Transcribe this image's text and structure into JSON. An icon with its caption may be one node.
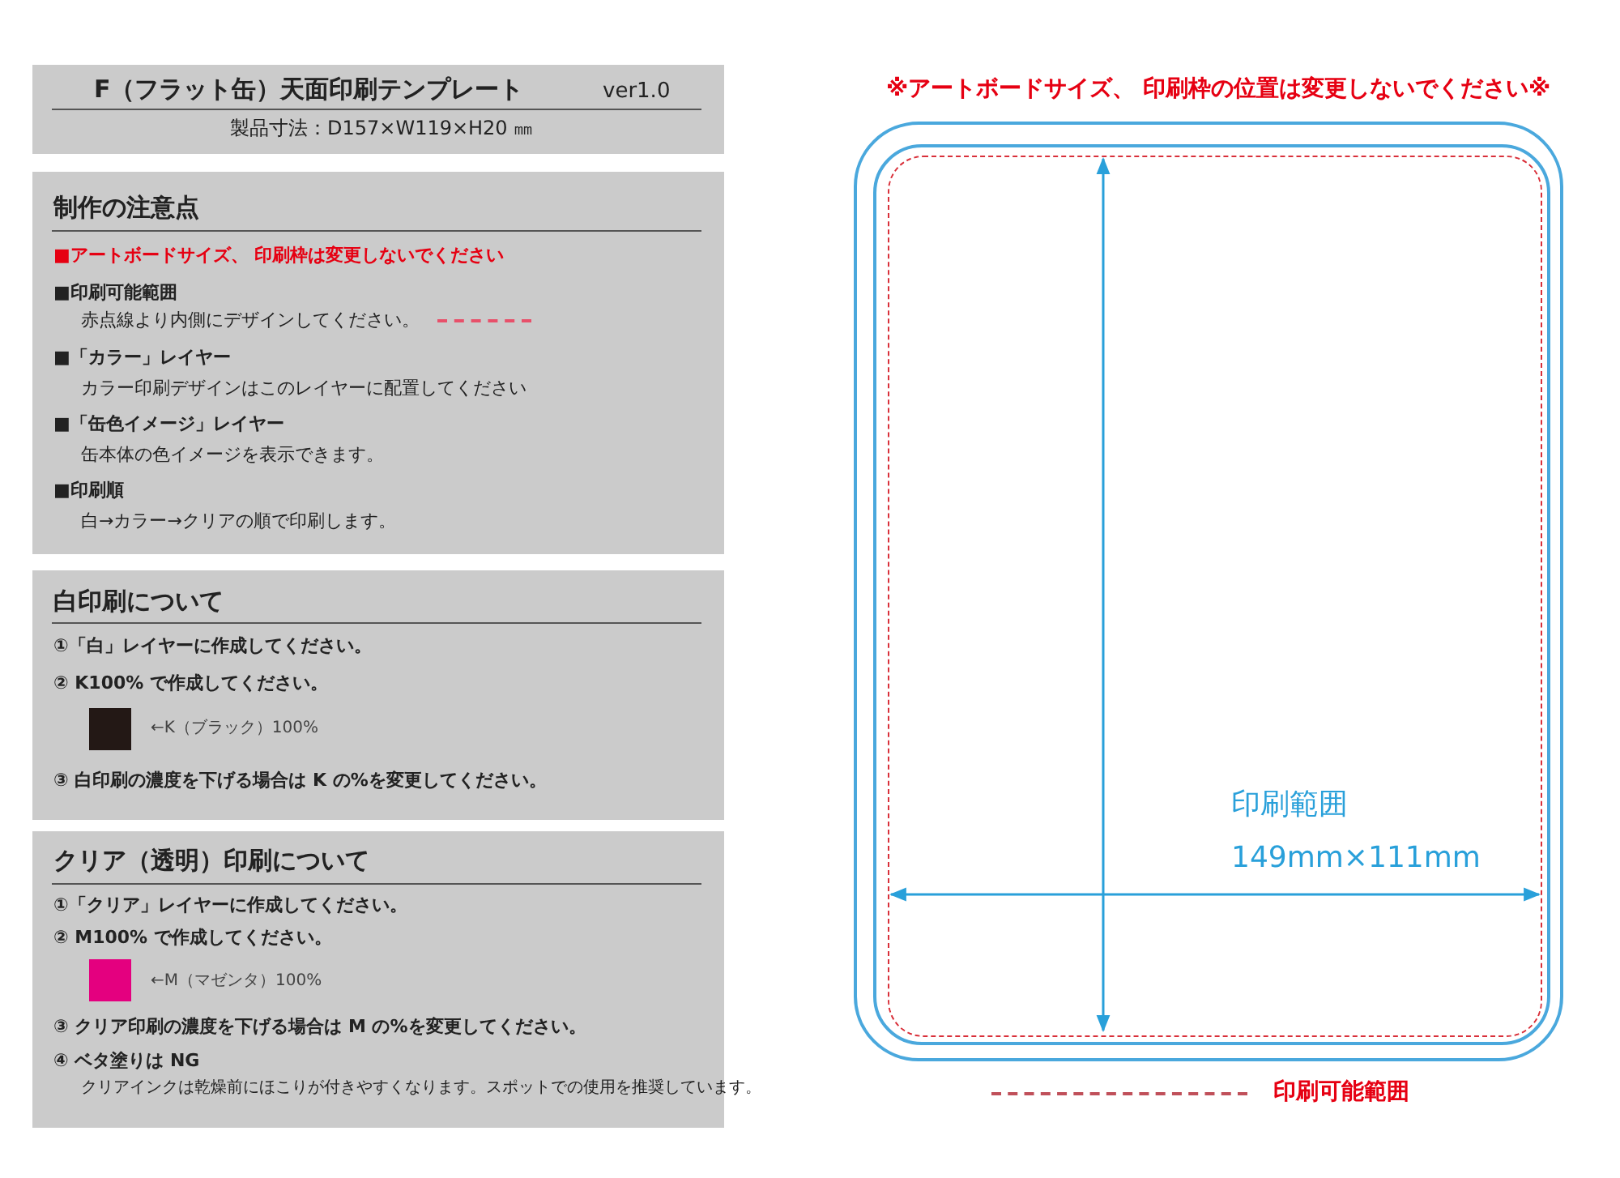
{
  "diagram": {
    "nodes": [
      {
        "text": [
          "F（フラット缶）天面印刷テンプレート",
          "ver1.0",
          "製品寸法：D157×W119×H20 ㎜"
        ]
      },
      {
        "text": [
          "制作の注意点",
          "■アートボードサイズ、 印刷枠は変更しないでください",
          "■印刷可能範囲",
          "赤点線より内側にデザインしてください。",
          "■「カラー」レイヤー",
          "カラー印刷デザインはこのレイヤーに配置してください",
          "■「缶色イメージ」レイヤー",
          "缶本体の色イメージを表示できます。",
          "■印刷順",
          "白→カラー→クリアの順で印刷します。"
        ]
      },
      {
        "text": [
          "白印刷について",
          "①「白」レイヤーに作成してください。",
          "② K100% で作成してください。",
          "③ 白印刷の濃度を下げる場合は K の%を変更してください。"
        ]
      },
      {
        "text": [
          "クリア（透明）印刷について",
          "①「クリア」レイヤーに作成してください。",
          "② M100% で作成してください。",
          "③ クリア印刷の濃度を下げる場合は M の%を変更してください。",
          "④ ベタ塗りは NG",
          "クリアインクは乾燥前にほこりが付きやすくなります。スポットでの使用を推奨しています。"
        ]
      },
      {
        "text": [],
        "shape": "box"
      },
      {
        "text": [],
        "shape": "box",
        "in": 4
      },
      {
        "text": [
          "印刷範囲",
          "149mm×111mm"
        ],
        "in": 5
      }
    ],
    "labels": [
      "※アートボードサイズ、 印刷枠の位置は変更しないでください※"
    ],
    "legend": [
      {
        "text": "←K（ブラック）100%",
        "color": "#231815"
      },
      {
        "text": "←M（マゼンタ）100%",
        "color": "#e4007f"
      },
      {
        "text": "印刷可能範囲"
      }
    ]
  }
}
